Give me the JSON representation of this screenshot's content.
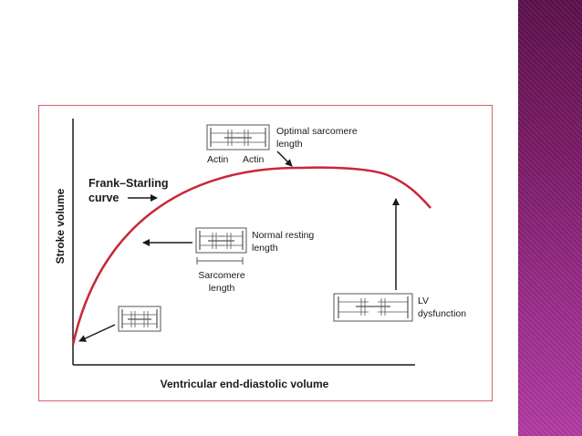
{
  "slide": {
    "accent_band_color": "#8a2379",
    "frame_color": "#d4606a",
    "curve_color": "#c8283a"
  },
  "diagram": {
    "x_axis_label": "Ventricular end-diastolic volume",
    "y_axis_label": "Stroke volume",
    "curve_label_line1": "Frank–Starling",
    "curve_label_line2": "curve",
    "optimal_line1": "Optimal sarcomere",
    "optimal_line2": "length",
    "actin_left": "Actin",
    "actin_right": "Actin",
    "normal_line1": "Normal resting",
    "normal_line2": "length",
    "sarcomere_line1": "Sarcomere",
    "sarcomere_line2": "length",
    "lv_line1": "LV",
    "lv_line2": "dysfunction"
  }
}
